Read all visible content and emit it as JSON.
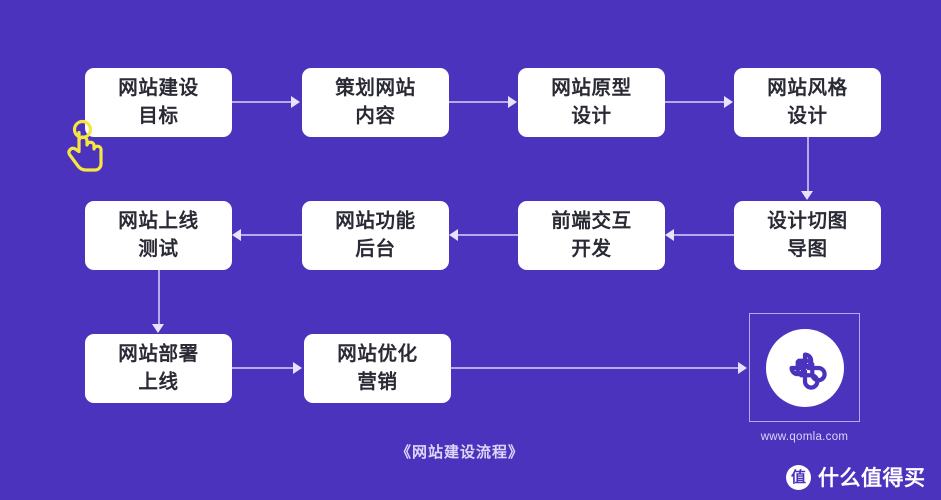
{
  "background_color": "#4c33be",
  "accent_color": "#b9a9ec",
  "node_bg_color": "#ffffff",
  "node_text_color": "#2a2a35",
  "cursor_color": "#f5e642",
  "caption": "《网站建设流程》",
  "flow": {
    "row1": [
      {
        "id": "goal",
        "label": "网站建设\n目标"
      },
      {
        "id": "plan",
        "label": "策划网站\n内容"
      },
      {
        "id": "prototype",
        "label": "网站原型\n设计"
      },
      {
        "id": "style",
        "label": "网站风格\n设计"
      }
    ],
    "row2": [
      {
        "id": "launch-test",
        "label": "网站上线\n测试"
      },
      {
        "id": "backend",
        "label": "网站功能\n后台"
      },
      {
        "id": "frontend",
        "label": "前端交互\n开发"
      },
      {
        "id": "cutting",
        "label": "设计切图\n导图"
      }
    ],
    "row3": [
      {
        "id": "deploy",
        "label": "网站部署\n上线"
      },
      {
        "id": "optimize",
        "label": "网站优化\n营销"
      }
    ]
  },
  "logo": {
    "alt": "qomla-clover-logo",
    "url": "www.qomla.com"
  },
  "watermark": {
    "badge": "值",
    "text": "什么值得买"
  },
  "icons": {
    "cursor": "tap-hand-cursor",
    "arrow": "arrow-head"
  }
}
